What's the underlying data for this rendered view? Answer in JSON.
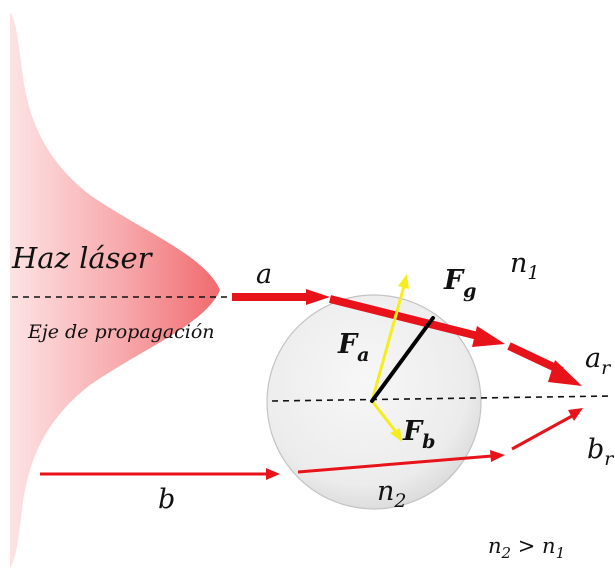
{
  "labels": {
    "beam": "Haz láser",
    "axis": "Eje de propagación",
    "ray_a": "a",
    "ray_b": "b",
    "ray_ar_main": "a",
    "ray_ar_sub": "r",
    "ray_br_main": "b",
    "ray_br_sub": "r",
    "n1_main": "n",
    "n1_sub": "1",
    "n2_main": "n",
    "n2_sub": "2",
    "condition_n2": "n",
    "condition_n2_sub": "2",
    "condition_op": " > ",
    "condition_n1": "n",
    "condition_n1_sub": "1",
    "force_g_main": "F",
    "force_g_sub": "g",
    "force_a_main": "F",
    "force_a_sub": "a",
    "force_b_main": "F",
    "force_b_sub": "b"
  },
  "colors": {
    "ray": "#e8121a",
    "force": "#f5ee1c",
    "net_force": "#000000",
    "gaussian_peak": "#f06a6e",
    "sphere_fill": "#ececec",
    "sphere_edge": "#c4c4c4",
    "text": "#111111"
  },
  "icons": {
    "gaussian_profile": "gaussian-beam-profile",
    "sphere": "dielectric-sphere"
  }
}
